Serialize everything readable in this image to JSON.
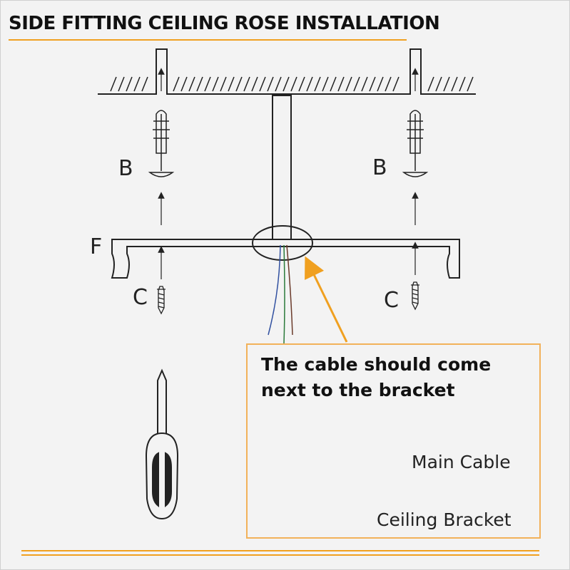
{
  "title": "SIDE FITTING CEILING ROSE INSTALLATION",
  "labels": {
    "b_left": "B",
    "b_right": "B",
    "f": "F",
    "c_left": "C",
    "c_right": "C"
  },
  "note": "The cable should come next to the bracket",
  "callouts": {
    "main_cable": "Main Cable",
    "ceiling_bracket": "Ceiling Bracket"
  },
  "colors": {
    "accent": "#f0a020",
    "box_border": "#f2b15a",
    "wire_blue": "#3050a0",
    "wire_green": "#2a7a3a",
    "wire_brown": "#6a3a2a"
  }
}
